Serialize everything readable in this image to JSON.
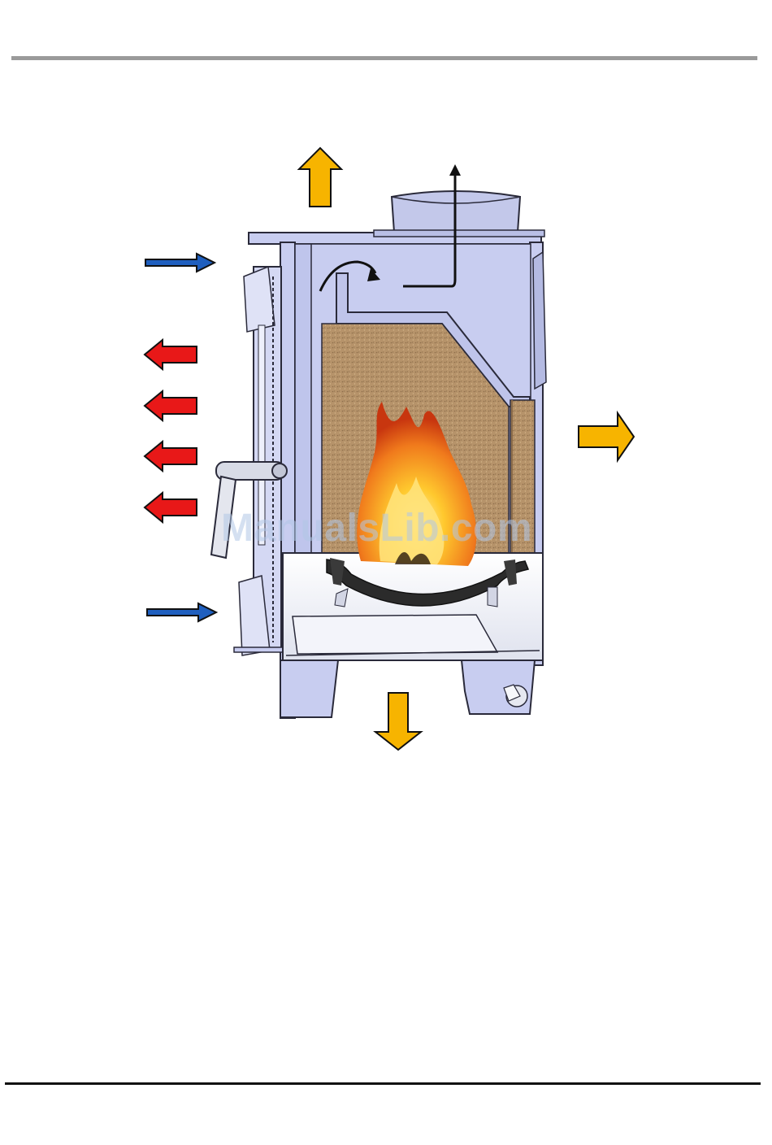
{
  "watermark": {
    "text": "ManualsLib.com"
  },
  "colors": {
    "background": "#ffffff",
    "top_rule": "#9a9a9a",
    "bottom_rule": "#111111",
    "stove_body": "#c8cdf0",
    "stove_outline": "#2a2a3a",
    "firebrick": "#b6936a",
    "ash_tray": "#eceef6",
    "grate": "#2b2b2b",
    "flame_outer": "#e0531b",
    "flame_inner": "#ffc92e",
    "arrow_hot_air": "#e81818",
    "arrow_cold_air": "#1f5fbf",
    "arrow_heat_out": "#f7b400",
    "arrow_outline": "#111111"
  },
  "arrows": {
    "cold_air_in": [
      {
        "id": "cold-air-inlet-top",
        "direction": "right",
        "icon": "blue-arrow-right-icon"
      },
      {
        "id": "cold-air-inlet-bottom",
        "direction": "right",
        "icon": "blue-arrow-right-icon"
      }
    ],
    "warm_air_out": [
      {
        "id": "warm-air-outlet-1",
        "direction": "left",
        "icon": "red-arrow-left-icon"
      },
      {
        "id": "warm-air-outlet-2",
        "direction": "left",
        "icon": "red-arrow-left-icon"
      },
      {
        "id": "warm-air-outlet-3",
        "direction": "left",
        "icon": "red-arrow-left-icon"
      },
      {
        "id": "warm-air-outlet-4",
        "direction": "left",
        "icon": "red-arrow-left-icon"
      }
    ],
    "radiant_heat": [
      {
        "id": "heat-up",
        "direction": "up",
        "icon": "yellow-arrow-up-icon"
      },
      {
        "id": "heat-right",
        "direction": "right",
        "icon": "yellow-arrow-right-icon"
      },
      {
        "id": "heat-down",
        "direction": "down",
        "icon": "yellow-arrow-down-icon"
      }
    ],
    "flue_gas": {
      "id": "flue-gas-path",
      "icon": "flue-gas-arrow-icon"
    }
  }
}
